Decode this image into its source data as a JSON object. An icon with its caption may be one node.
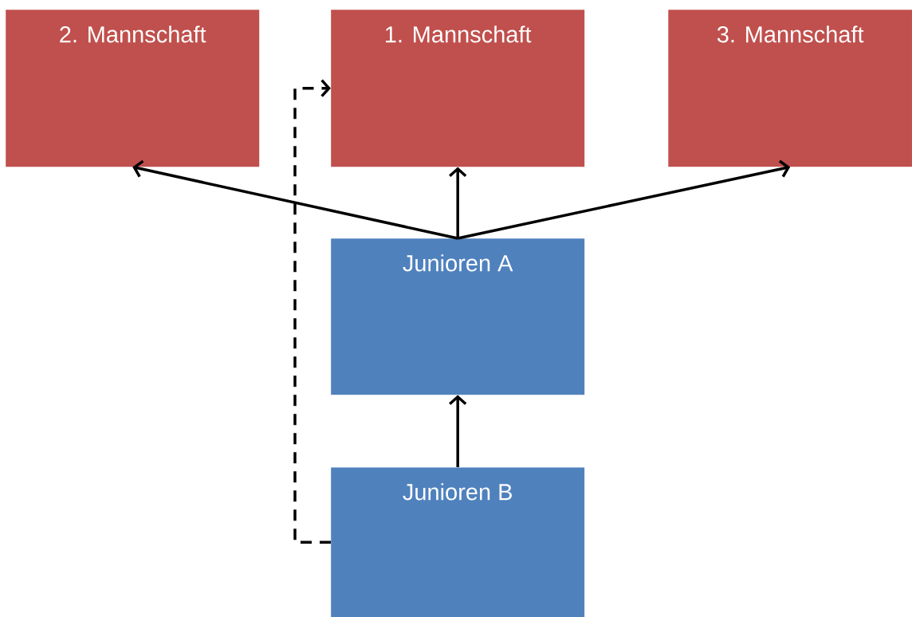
{
  "diagram": {
    "nodes": [
      {
        "text": [
          "2. Mannschaft"
        ]
      },
      {
        "text": [
          "1. Mannschaft"
        ]
      },
      {
        "text": [
          "3. Mannschaft"
        ]
      },
      {
        "text": [
          "Junioren A"
        ]
      },
      {
        "text": [
          "Junioren B"
        ]
      }
    ],
    "edges": [
      {
        "from": 3,
        "to": 0,
        "arrow": "to"
      },
      {
        "from": 3,
        "to": 1,
        "arrow": "to"
      },
      {
        "from": 3,
        "to": 2,
        "arrow": "to"
      },
      {
        "from": 4,
        "to": 3,
        "arrow": "to"
      },
      {
        "from": 4,
        "to": 1,
        "arrow": "to",
        "style": "dashed"
      }
    ]
  }
}
